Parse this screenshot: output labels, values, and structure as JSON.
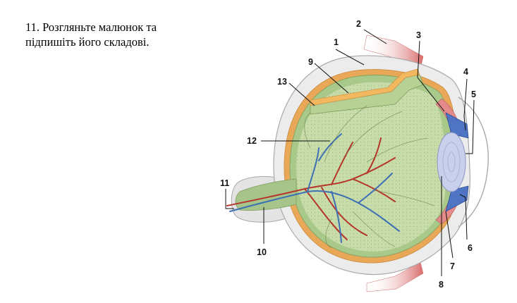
{
  "task": {
    "line1": "11. Розгляньте малюнок та",
    "line2": "підпишіть його складові."
  },
  "labels": {
    "l1": "1",
    "l2": "2",
    "l3": "3",
    "l4": "4",
    "l5": "5",
    "l6": "6",
    "l7": "7",
    "l8": "8",
    "l9": "9",
    "l10": "10",
    "l11": "11",
    "l12": "12",
    "l13": "13"
  },
  "colors": {
    "sclera": "#ececec",
    "choroid": "#e9a857",
    "retina": "#c2d8a4",
    "vitreous": "#c7dca8",
    "artery": "#b5352b",
    "vein": "#3d6fb5",
    "muscle": "#d96a6a",
    "lens": "#c8d0ec",
    "iris": "#4f74c4"
  }
}
